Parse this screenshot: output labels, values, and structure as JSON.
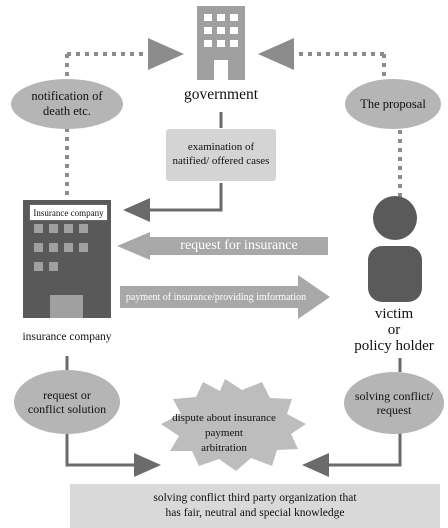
{
  "nodes": {
    "government": "government",
    "notification": "notification of death etc.",
    "proposal": "The proposal",
    "examination": "examination of natified/ offered cases",
    "insurance_company_sign": "Insurance company",
    "insurance_company": "insurance company",
    "victim_line1": "victim",
    "victim_line2": "or",
    "victim_line3": "policy holder",
    "request_conflict": "request or conflict solution",
    "solving_conflict": "solving conflict/ request",
    "dispute_line1": "dispute about insurance",
    "dispute_line2": "payment",
    "dispute_line3": "arbitration",
    "third_party_line1": "solving conflict third party organization that",
    "third_party_line2": "has fair, neutral and special knowledge"
  },
  "arrows": {
    "request_for_insurance": "request for insurance",
    "payment": "payment of insurance/providing imformation"
  },
  "colors": {
    "gray_shape": "#b5b5b5",
    "box_gray": "#d4d4d4",
    "arrow_gray": "#a8a8a8",
    "building": "#595959",
    "building_light": "#a0a0a0",
    "dotted": "#8c8c8c"
  }
}
